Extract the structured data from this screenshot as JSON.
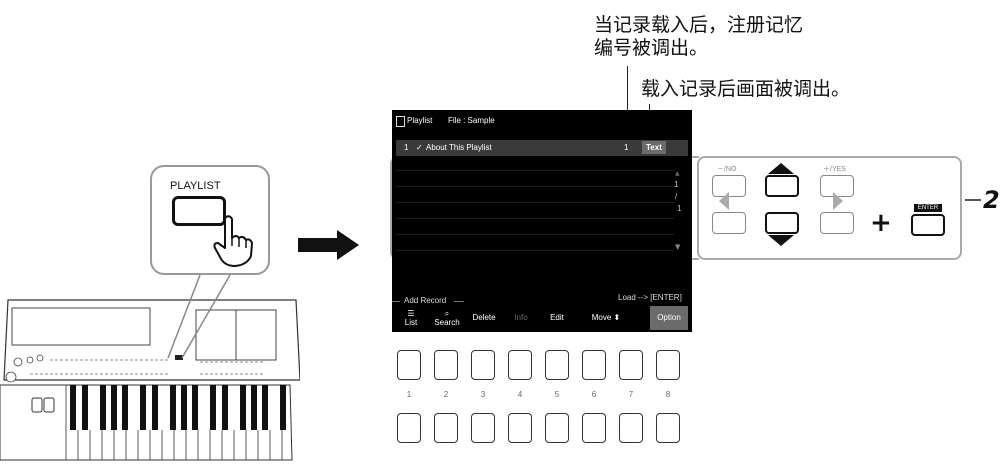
{
  "callouts": {
    "registration": "当记录载入后，注册记忆\n编号被调出。",
    "screen": "载入记录后画面被调出。"
  },
  "screen": {
    "title": "Playlist",
    "file_label": "File : Sample",
    "row": {
      "number": "1",
      "check": "✓",
      "name": "About This Playlist",
      "count": "1",
      "text_button": "Text"
    },
    "page_current": "1",
    "page_slash": "/",
    "page_total": "1",
    "add_record": "Add Record",
    "load_hint": "Load --> [ENTER]",
    "menu": [
      {
        "label": "List"
      },
      {
        "label": "Search"
      },
      {
        "label": "Delete"
      },
      {
        "label": "Info"
      },
      {
        "label": "Edit"
      },
      {
        "label": "Move"
      },
      {
        "label": "Option"
      }
    ]
  },
  "function_buttons": [
    "1",
    "2",
    "3",
    "4",
    "5",
    "6",
    "7",
    "8"
  ],
  "panel": {
    "no_label": "－/NO",
    "yes_label": "＋/YES",
    "plus_sign": "+",
    "enter_label": "ENTER"
  },
  "step_number": "2",
  "keyboard": {
    "playlist_label": "PLAYLIST"
  },
  "icons": [
    "file-icon",
    "check-icon",
    "search-icon",
    "list-icon",
    "move-updown-icon",
    "hand-pointer-icon",
    "arrow-right-icon",
    "triangle-up-icon",
    "triangle-down-icon",
    "triangle-left-icon",
    "triangle-right-icon"
  ]
}
